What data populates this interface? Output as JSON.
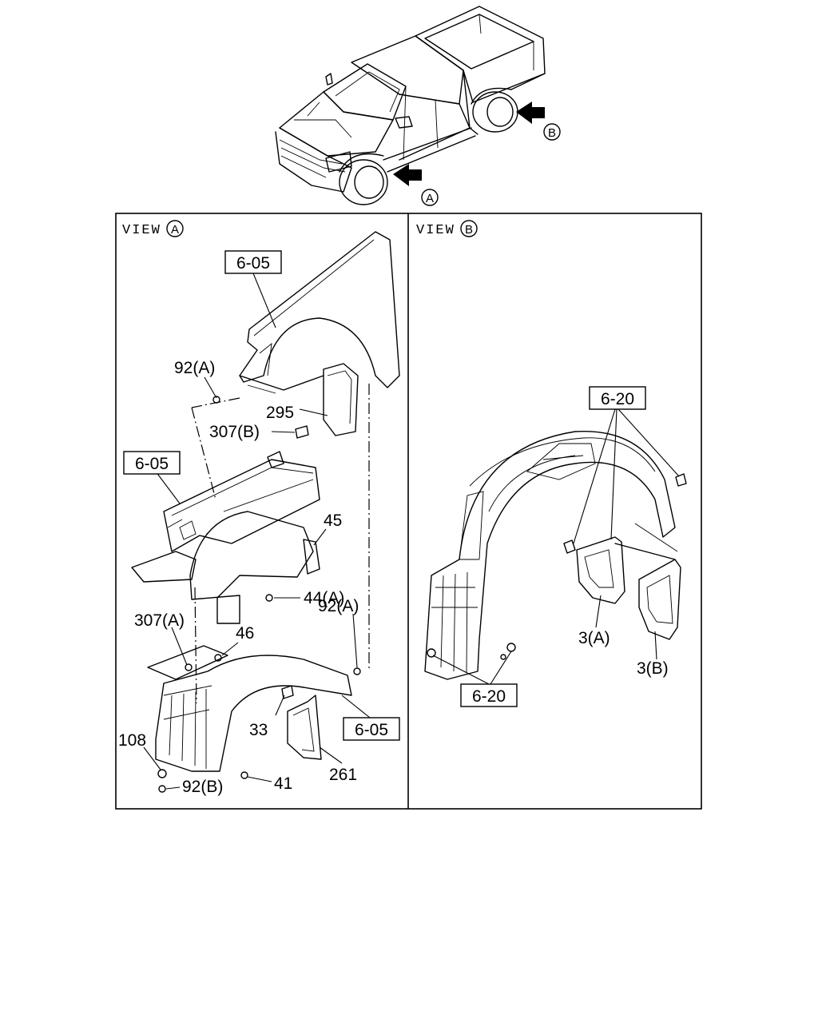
{
  "callouts": {
    "a": "A",
    "b": "B"
  },
  "views": {
    "a": {
      "title": "VIEW",
      "letter": "A"
    },
    "b": {
      "title": "VIEW",
      "letter": "B"
    }
  },
  "view_a_labels": {
    "ref_fender": "6-05",
    "ref_apron": "6-05",
    "ref_liner": "6-05",
    "p92a_top": "92(A)",
    "p295": "295",
    "p307b": "307(B)",
    "p45": "45",
    "p44a": "44(A)",
    "p307a": "307(A)",
    "p46": "46",
    "p92a_right": "92(A)",
    "p108": "108",
    "p33": "33",
    "p92b": "92(B)",
    "p41": "41",
    "p261": "261"
  },
  "view_b_labels": {
    "ref_top": "6-20",
    "ref_bottom": "6-20",
    "p3a": "3(A)",
    "p3b": "3(B)"
  }
}
